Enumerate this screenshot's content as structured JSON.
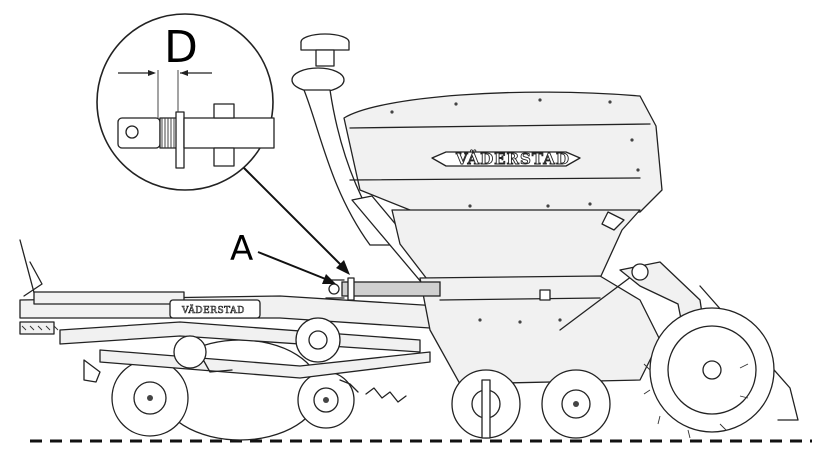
{
  "labels": {
    "detail": "D",
    "part": "A"
  },
  "brand": {
    "hopper": "VÄDERSTAD",
    "frame": "VÄDERSTAD"
  },
  "colors": {
    "line": "#222222",
    "body": "#f1f1f1",
    "tube": "#cfcfcf",
    "background": "#ffffff"
  }
}
